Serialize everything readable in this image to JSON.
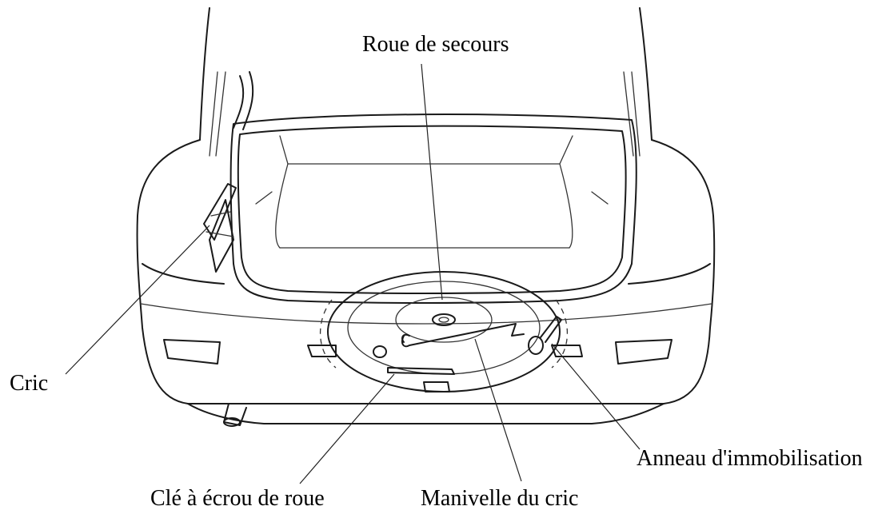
{
  "diagram": {
    "labels": {
      "spare_wheel": "Roue de secours",
      "jack": "Cric",
      "tie_down_eyelet": "Anneau d'immobilisation",
      "lug_wrench": "Clé à écrou de roue",
      "jack_handle": "Manivelle du cric"
    }
  }
}
